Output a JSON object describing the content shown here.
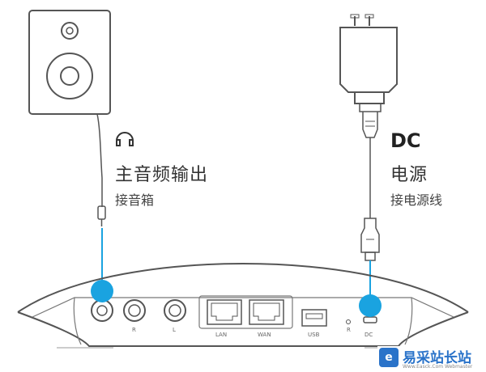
{
  "left_labels": {
    "title": "主音频输出",
    "subtitle": "接音箱"
  },
  "right_labels": {
    "symbol": "DC",
    "title": "电源",
    "subtitle": "接电源线"
  },
  "ports": {
    "headphone": "",
    "r": "R",
    "l": "L",
    "lan": "LAN",
    "wan": "WAN",
    "usb": "USB",
    "reset": "R",
    "dc": "DC"
  },
  "watermark": {
    "logo": "e",
    "name": "易采站长站",
    "url": "Www.Easck.Com Webmaster"
  },
  "colors": {
    "highlight": "#1aa3e0",
    "line": "#555555",
    "brand": "#2a73c9"
  }
}
